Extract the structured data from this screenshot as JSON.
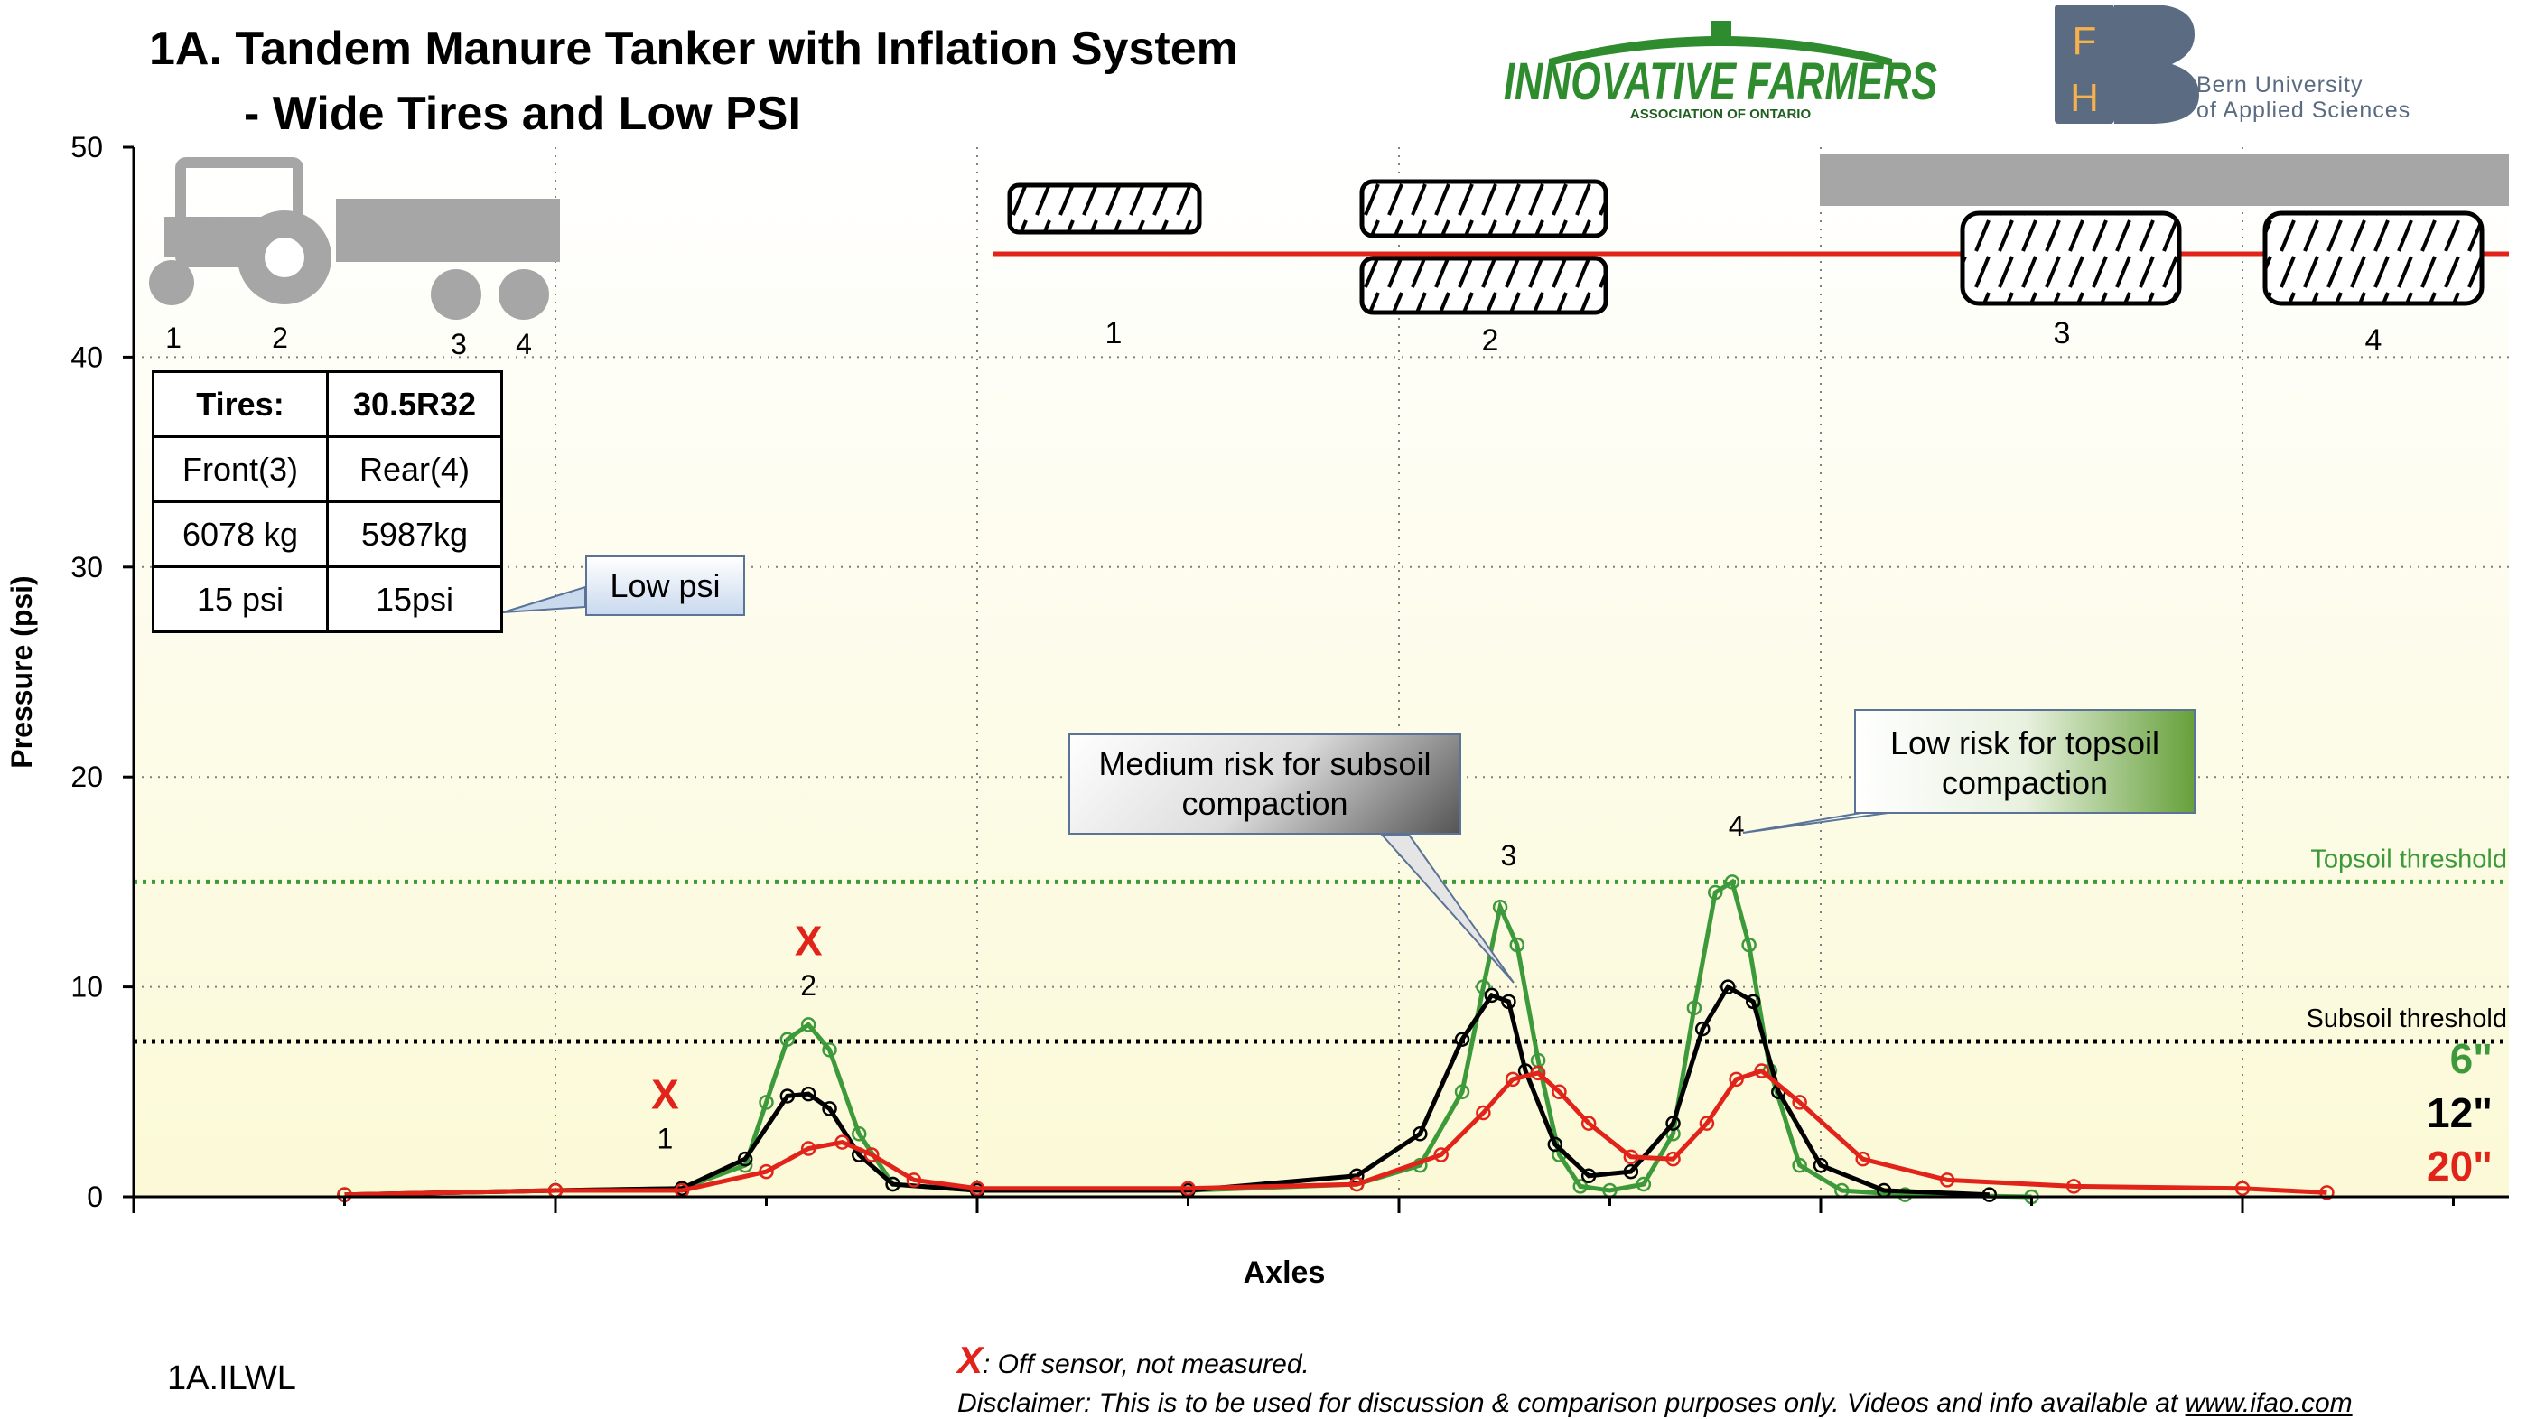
{
  "header": {
    "title_line1": "1A. Tandem Manure Tanker with Inflation System",
    "title_line2": "- Wide Tires and Low PSI",
    "logo_ifao_name": "INNOVATIVE FARMERS",
    "logo_ifao_sub": "ASSOCIATION OF ONTARIO",
    "logo_bfh_letters": [
      "F",
      "H",
      "B"
    ],
    "bern_line1": "Bern University",
    "bern_line2": "of Applied Sciences"
  },
  "tires_table": {
    "header": [
      "Tires:",
      "30.5R32"
    ],
    "rows": [
      [
        "Front(3)",
        "Rear(4)"
      ],
      [
        "6078 kg",
        "5987kg"
      ],
      [
        "15 psi",
        "15psi"
      ]
    ]
  },
  "callouts": {
    "low_psi": "Low psi",
    "medium_risk": [
      "Medium risk for subsoil",
      "compaction"
    ],
    "low_risk": [
      "Low risk for topsoil",
      "compaction"
    ]
  },
  "colors": {
    "green": "#3d9a3a",
    "black": "#000000",
    "red": "#e2231a",
    "plot_bg_top": "#ffffff",
    "plot_bg_bottom": "#fbf9d6",
    "gray": "#a6a6a6"
  },
  "chart_data": {
    "type": "line",
    "title": "",
    "xlabel": "Axles",
    "ylabel": "Pressure (psi)",
    "ylim": [
      0,
      50
    ],
    "y_ticks": [
      0,
      10,
      20,
      30,
      40,
      50
    ],
    "x_range": [
      0,
      5.7
    ],
    "x_gridlines": [
      1,
      2,
      3,
      4,
      5
    ],
    "y_gridlines": [
      10,
      20,
      30,
      40
    ],
    "grid": "dotted",
    "series": [
      {
        "name": "6\"",
        "color": "#3d9a3a",
        "x": [
          0.5,
          1.0,
          1.3,
          1.45,
          1.5,
          1.55,
          1.6,
          1.65,
          1.72,
          1.8,
          2.0,
          2.5,
          2.9,
          3.05,
          3.15,
          3.2,
          3.24,
          3.28,
          3.33,
          3.38,
          3.43,
          3.5,
          3.58,
          3.65,
          3.7,
          3.75,
          3.79,
          3.83,
          3.88,
          3.95,
          4.05,
          4.2,
          4.5
        ],
        "y": [
          0.1,
          0.3,
          0.4,
          1.5,
          4.5,
          7.5,
          8.2,
          7.0,
          3.0,
          0.6,
          0.3,
          0.3,
          0.6,
          1.5,
          5.0,
          10.0,
          13.8,
          12.0,
          6.5,
          2.0,
          0.5,
          0.3,
          0.6,
          3.0,
          9.0,
          14.5,
          15.0,
          12.0,
          6.0,
          1.5,
          0.3,
          0.1,
          0.0
        ]
      },
      {
        "name": "12\"",
        "color": "#000000",
        "x": [
          0.5,
          1.0,
          1.3,
          1.45,
          1.55,
          1.6,
          1.65,
          1.72,
          1.8,
          2.0,
          2.5,
          2.9,
          3.05,
          3.15,
          3.22,
          3.26,
          3.3,
          3.37,
          3.45,
          3.55,
          3.65,
          3.72,
          3.78,
          3.84,
          3.9,
          4.0,
          4.15,
          4.4
        ],
        "y": [
          0.1,
          0.3,
          0.4,
          1.8,
          4.8,
          4.9,
          4.2,
          2.0,
          0.6,
          0.3,
          0.3,
          1.0,
          3.0,
          7.5,
          9.6,
          9.3,
          6.0,
          2.5,
          1.0,
          1.2,
          3.5,
          8.0,
          10.0,
          9.3,
          5.0,
          1.5,
          0.3,
          0.1
        ]
      },
      {
        "name": "20\"",
        "color": "#e2231a",
        "x": [
          0.5,
          1.0,
          1.3,
          1.5,
          1.6,
          1.68,
          1.75,
          1.85,
          2.0,
          2.5,
          2.9,
          3.1,
          3.2,
          3.27,
          3.33,
          3.38,
          3.45,
          3.55,
          3.65,
          3.73,
          3.8,
          3.86,
          3.95,
          4.1,
          4.3,
          4.6,
          5.0,
          5.2
        ],
        "y": [
          0.1,
          0.3,
          0.3,
          1.2,
          2.3,
          2.6,
          2.0,
          0.8,
          0.4,
          0.4,
          0.6,
          2.0,
          4.0,
          5.6,
          5.9,
          5.0,
          3.5,
          1.9,
          1.8,
          3.5,
          5.6,
          6.0,
          4.5,
          1.8,
          0.8,
          0.5,
          0.4,
          0.2
        ]
      }
    ],
    "thresholds": [
      {
        "label": "Topsoil threshold",
        "value": 15.0,
        "color": "#3d9a3a",
        "style": "dotted"
      },
      {
        "label": "Subsoil threshold",
        "value": 7.4,
        "color": "#000000",
        "style": "dotted"
      }
    ],
    "axle_labels": [
      {
        "text": "X",
        "color": "#e2231a",
        "x": 1.26,
        "y": 4.2,
        "bold": true
      },
      {
        "text": "1",
        "color": "#000000",
        "x": 1.26,
        "y": 2.3
      },
      {
        "text": "X",
        "color": "#e2231a",
        "x": 1.6,
        "y": 11.5,
        "bold": true
      },
      {
        "text": "2",
        "color": "#000000",
        "x": 1.6,
        "y": 9.6
      },
      {
        "text": "3",
        "color": "#000000",
        "x": 3.26,
        "y": 15.8
      },
      {
        "text": "4",
        "color": "#000000",
        "x": 3.8,
        "y": 17.2
      }
    ],
    "legend": {
      "placement": "right",
      "entries": [
        "6\"",
        "12\"",
        "20\""
      ]
    },
    "diagram_axle_numbers": [
      "1",
      "2",
      "3",
      "4"
    ],
    "tractor_axle_numbers": [
      "1",
      "2",
      "3",
      "4"
    ]
  },
  "footer": {
    "code": "1A.ILWL",
    "x_mark": "X",
    "x_note": ": Off sensor, not measured.",
    "disclaimer": "Disclaimer: This is to be used for discussion & comparison purposes only. Videos and info available at ",
    "url": "www.ifao.com"
  }
}
